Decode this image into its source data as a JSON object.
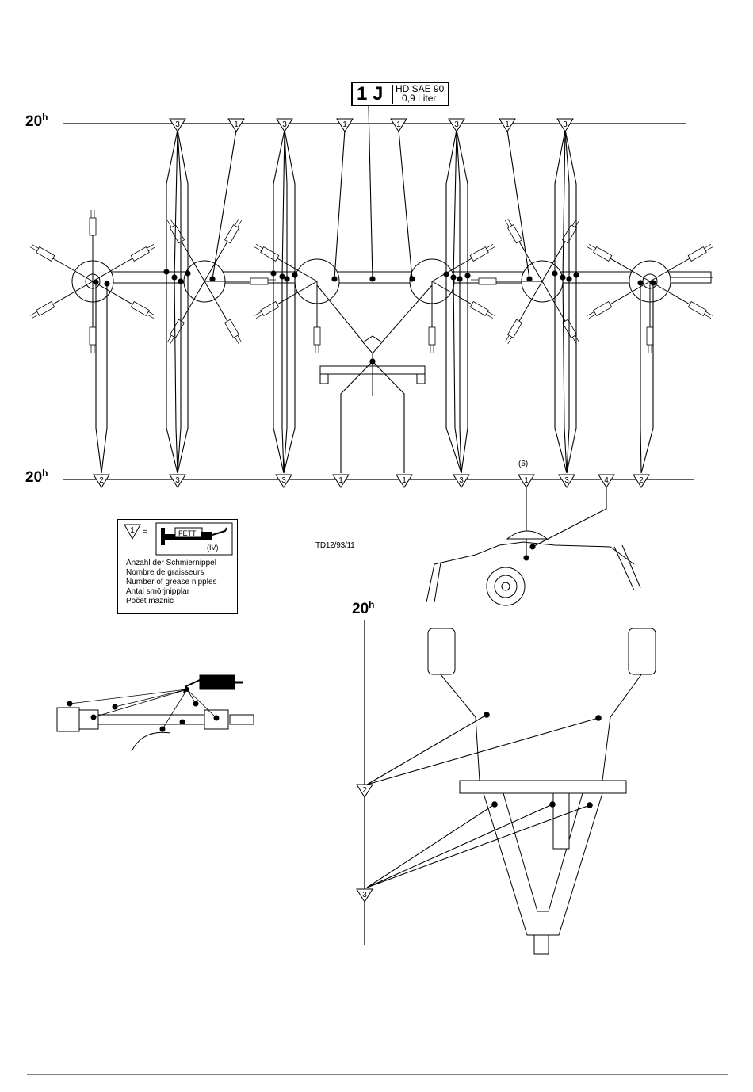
{
  "interval_label": {
    "value": "20",
    "unit": "h"
  },
  "oil_spec": {
    "code": "1 J",
    "line1": "HD SAE 90",
    "line2": "0,9 Liter"
  },
  "top_markers": [
    "3",
    "1",
    "3",
    "1",
    "1",
    "3",
    "1",
    "3"
  ],
  "bottom_markers": [
    "2",
    "3",
    "3",
    "1",
    "1",
    "3",
    "1",
    "3",
    "4",
    "2"
  ],
  "bottom_note": "(6)",
  "legend": {
    "symbol_number": "1",
    "equals": "=",
    "grease_label": "FETT",
    "grease_code": "(IV)",
    "lines": [
      "Anzahl der Schmiernippel",
      "Nombre de graisseurs",
      "Number of grease nipples",
      "Antal smörjnipplar",
      "Počet maznic"
    ]
  },
  "drawing_code": "TD12/93/11",
  "trailer_markers": [
    "2",
    "3"
  ]
}
